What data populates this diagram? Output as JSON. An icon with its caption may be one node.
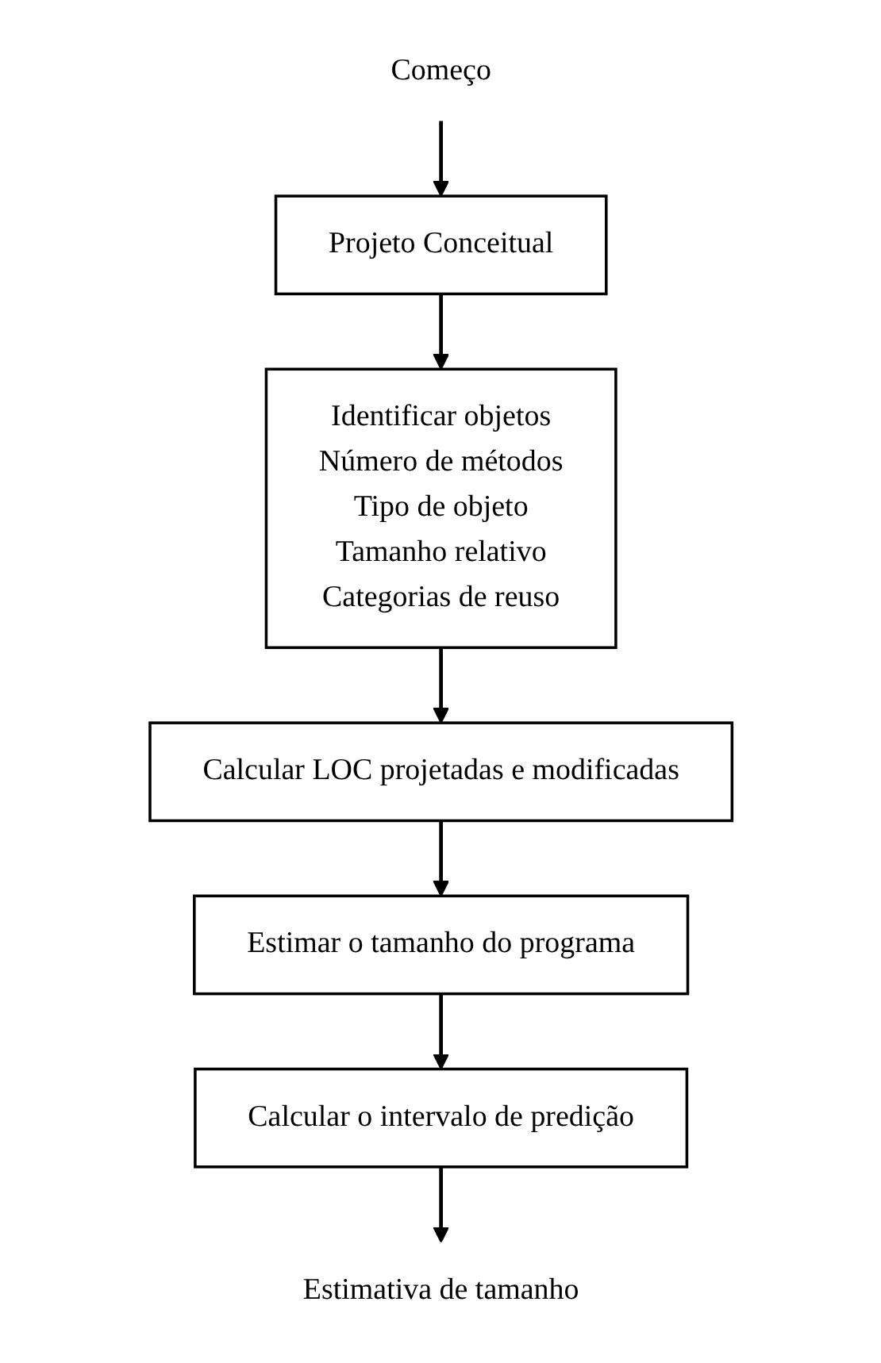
{
  "diagram": {
    "nodes": [
      {
        "text": [
          "Começo"
        ]
      },
      {
        "text": [
          "Projeto Conceitual"
        ]
      },
      {
        "text": [
          "Identificar objetos",
          "Número de métodos",
          "Tipo de objeto",
          "Tamanho relativo",
          "Categorias de reuso"
        ]
      },
      {
        "text": [
          "Calcular LOC projetadas e modificadas"
        ]
      },
      {
        "text": [
          "Estimar o tamanho do programa"
        ]
      },
      {
        "text": [
          "Calcular o intervalo de predição"
        ]
      },
      {
        "text": [
          "Estimativa de tamanho"
        ]
      }
    ],
    "edges": [
      {
        "from": 0,
        "to": 1,
        "arrow": "to"
      },
      {
        "from": 1,
        "to": 2,
        "arrow": "to"
      },
      {
        "from": 2,
        "to": 3,
        "arrow": "to"
      },
      {
        "from": 3,
        "to": 4,
        "arrow": "to"
      },
      {
        "from": 4,
        "to": 5,
        "arrow": "to"
      },
      {
        "from": 5,
        "to": 6,
        "arrow": "to"
      }
    ]
  }
}
